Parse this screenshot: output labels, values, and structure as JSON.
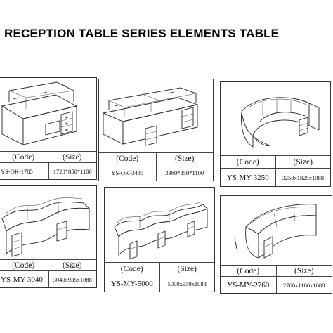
{
  "page": {
    "title": "RECEPTION TABLE SERIES ELEMENTS TABLE"
  },
  "items": [
    {
      "code_header": "(Code)",
      "size_header": "(Size)",
      "code": "YS-OK-1785",
      "size": "1720*850*1100"
    },
    {
      "code_header": "(Code)",
      "size_header": "(Size)",
      "code": "YS-OK-3485",
      "size": "3380*850*1100"
    },
    {
      "code_header": "(Code)",
      "size_header": "(Size)",
      "code": "YS-MY-3250",
      "size": "3250x1825x1088"
    },
    {
      "code_header": "(Code)",
      "size_header": "(Size)",
      "code": "YS-MY-3040",
      "size": "3040x935x1088"
    },
    {
      "code_header": "(Code)",
      "size_header": "(Size)",
      "code": "YS-MY-5000",
      "size": "5000x950x1088"
    },
    {
      "code_header": "(Code)",
      "size_header": "(Size)",
      "code": "YS-MY-2760",
      "size": "2760x1180x1088"
    }
  ]
}
